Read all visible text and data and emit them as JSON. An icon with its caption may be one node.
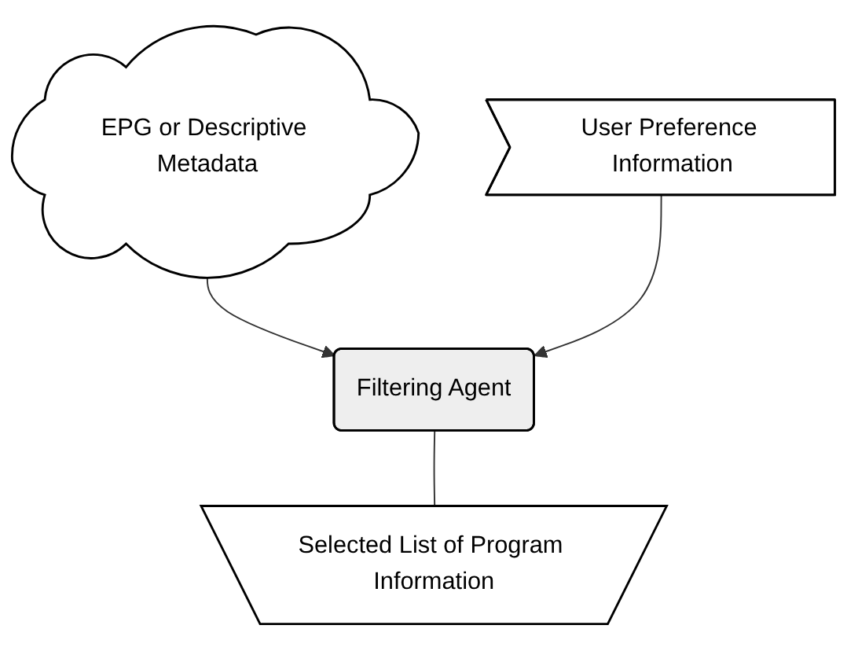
{
  "diagram": {
    "nodes": [
      {
        "text": [
          "EPG or Descriptive Metadata"
        ]
      },
      {
        "text": [
          "User Preference Information"
        ]
      },
      {
        "text": [
          "Filtering Agent"
        ]
      },
      {
        "text": [
          "Selected List of Program Information"
        ]
      }
    ],
    "edges": [
      {
        "from": 0,
        "to": 2,
        "arrow": "to"
      },
      {
        "from": 1,
        "to": 2,
        "arrow": "to"
      },
      {
        "from": 2,
        "to": 3,
        "arrow": "none"
      }
    ]
  }
}
